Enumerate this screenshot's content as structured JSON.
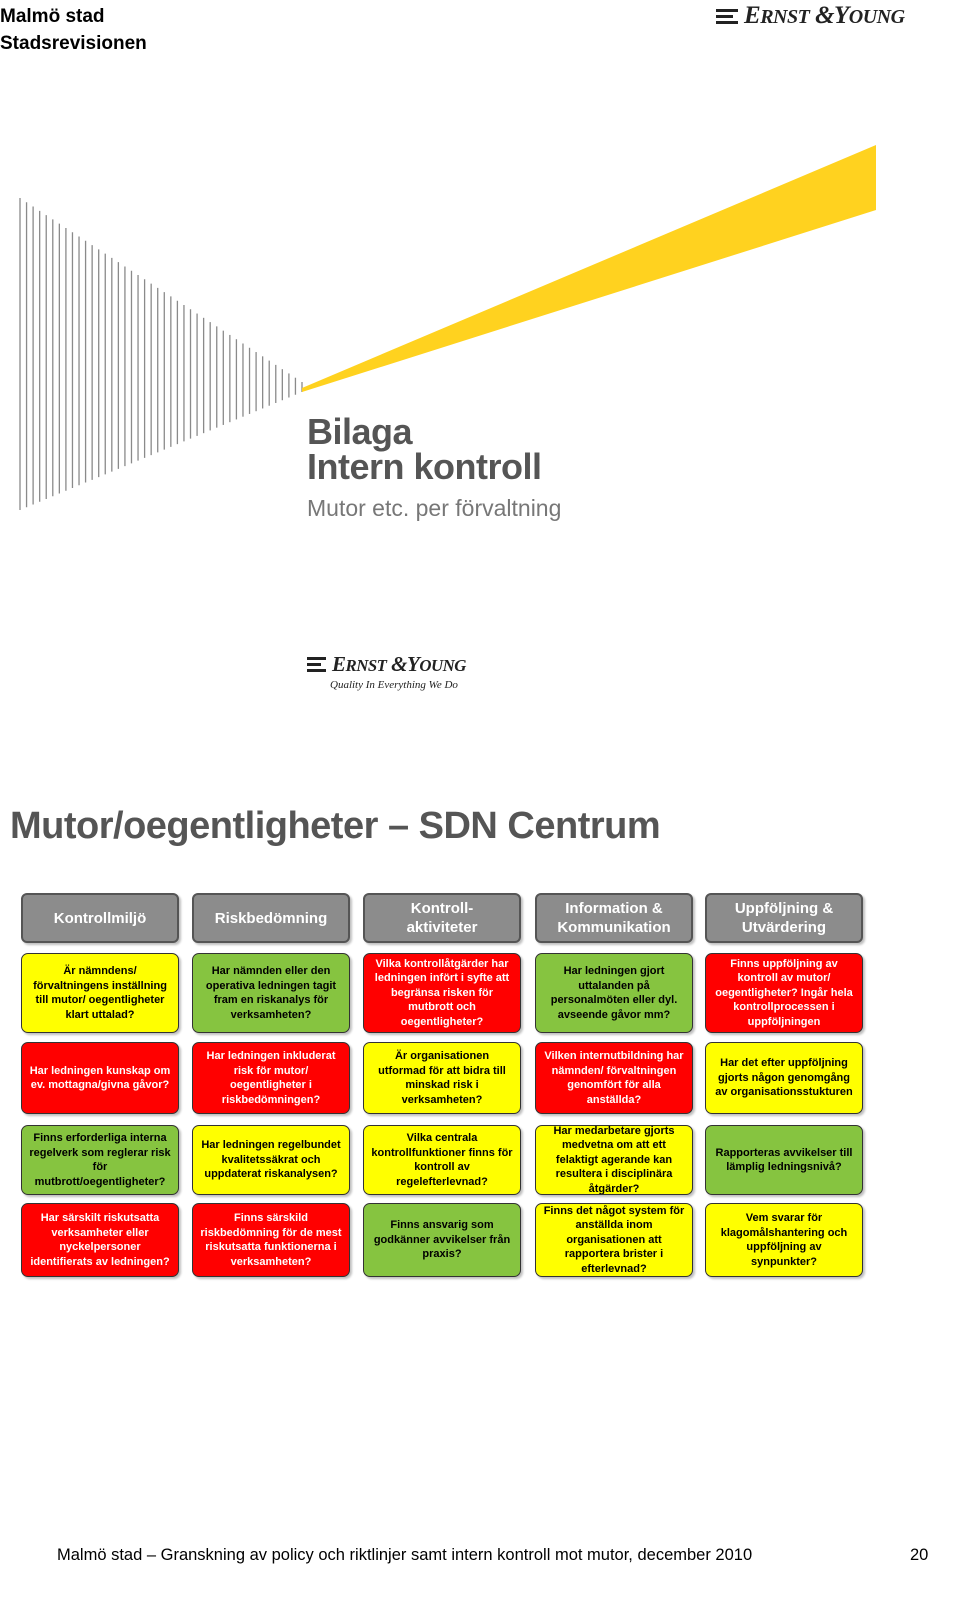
{
  "header": {
    "org": "Malmö stad",
    "unit": "Stadsrevisionen"
  },
  "logo": {
    "word1": "E",
    "word1_rest": "RNST",
    "amp": "&",
    "word2": "Y",
    "word2_rest": "OUNG",
    "tagline": "Quality In Everything We Do"
  },
  "cover": {
    "title_line1": "Bilaga",
    "title_line2": "Intern kontroll",
    "subtitle": "Mutor etc. per förvaltning"
  },
  "slide": {
    "title": "Mutor/oegentligheter – SDN Centrum",
    "columns": [
      {
        "header": "Kontrollmiljö",
        "cells": [
          {
            "text": "Är nämndens/ förvaltningens inställning till mutor/ oegentligheter klart uttalad?",
            "status": "yellow"
          },
          {
            "text": "Har ledningen kunskap om ev. mottagna/givna gåvor?",
            "status": "red"
          },
          {
            "text": "Finns erforderliga interna regelverk som reglerar risk för mutbrott/oegentligheter?",
            "status": "green"
          },
          {
            "text": "Har särskilt riskutsatta verksamheter eller nyckelpersoner identifierats av ledningen?",
            "status": "red"
          }
        ]
      },
      {
        "header": "Riskbedömning",
        "cells": [
          {
            "text": "Har nämnden eller den operativa ledningen tagit fram en riskanalys för verksamheten?",
            "status": "green"
          },
          {
            "text": "Har ledningen inkluderat risk för mutor/ oegentligheter i riskbedömningen?",
            "status": "red"
          },
          {
            "text": "Har ledningen regelbundet kvalitetssäkrat och uppdaterat riskanalysen?",
            "status": "yellow"
          },
          {
            "text": "Finns särskild riskbedömning för de mest riskutsatta funktionerna i verksamheten?",
            "status": "red"
          }
        ]
      },
      {
        "header": "Kontroll-\naktiviteter",
        "cells": [
          {
            "text": "Vilka kontrollåtgärder har ledningen infört i syfte att begränsa risken för mutbrott och oegentligheter?",
            "status": "red"
          },
          {
            "text": "Är organisationen utformad för att bidra till minskad risk i verksamheten?",
            "status": "yellow"
          },
          {
            "text": "Vilka centrala kontrollfunktioner finns för kontroll av regelefterlevnad?",
            "status": "yellow"
          },
          {
            "text": "Finns ansvarig som godkänner avvikelser från praxis?",
            "status": "green"
          }
        ]
      },
      {
        "header": "Information &\nKommunikation",
        "cells": [
          {
            "text": "Har ledningen gjort uttalanden på personalmöten eller dyl. avseende gåvor mm?",
            "status": "green"
          },
          {
            "text": "Vilken internutbildning har nämnden/ förvaltningen genomfört för alla anställda?",
            "status": "red"
          },
          {
            "text": "Har medarbetare gjorts medvetna om att ett felaktigt agerande kan resultera i disciplinära åtgärder?",
            "status": "yellow"
          },
          {
            "text": "Finns det något system för anställda inom organisationen att rapportera brister i efterlevnad?",
            "status": "yellow"
          }
        ]
      },
      {
        "header": "Uppföljning &\nUtvärdering",
        "cells": [
          {
            "text": "Finns uppföljning av kontroll av mutor/ oegentligheter? Ingår hela kontrollprocessen i uppföljningen",
            "status": "red"
          },
          {
            "text": "Har det efter uppföljning gjorts någon genomgång av organisationsstukturen",
            "status": "yellow"
          },
          {
            "text": "Rapporteras avvikelser till lämplig ledningsnivå?",
            "status": "green"
          },
          {
            "text": "Vem svarar för klagomålshantering och uppföljning av synpunkter?",
            "status": "yellow"
          }
        ]
      }
    ]
  },
  "colors": {
    "yellow": "#ffff00",
    "green": "#86c440",
    "red": "#ff0000",
    "cover_accent": "#ffd21f"
  },
  "footer": {
    "text": "Malmö stad – Granskning av policy och riktlinjer samt intern kontroll mot mutor, december 2010",
    "page": "20"
  }
}
